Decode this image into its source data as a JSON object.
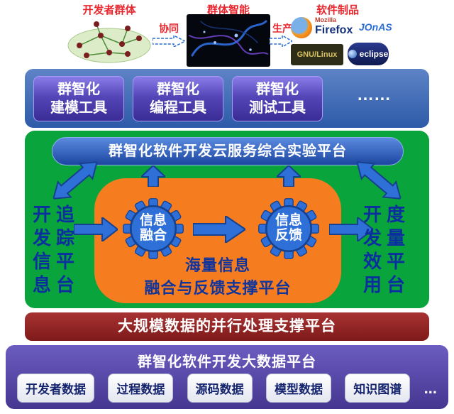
{
  "header": {
    "groups": [
      {
        "label": "开发者群体"
      },
      {
        "label": "群体智能"
      },
      {
        "label": "软件制品"
      }
    ],
    "flow_labels": {
      "collaborate": "协同",
      "produce": "生产"
    },
    "logos": {
      "mozilla": "Mozilla",
      "firefox": "Firefox",
      "jonas": "JOnAS",
      "gnulinux": "GNU/Linux",
      "eclipse": "eclipse"
    }
  },
  "tools": {
    "items": [
      {
        "line1": "群智化",
        "line2": "建模工具"
      },
      {
        "line1": "群智化",
        "line2": "编程工具"
      },
      {
        "line1": "群智化",
        "line2": "测试工具"
      }
    ],
    "more": "……"
  },
  "platform": {
    "banner": "群智化软件开发云服务综合实验平台",
    "left_platform": {
      "col1": "开发信息",
      "col2": "追踪平台"
    },
    "right_platform": {
      "col1": "开发效用",
      "col2": "度量平台"
    },
    "fusion_gear": "信息融合",
    "feedback_gear": "信息反馈",
    "caption_line1": "海量信息",
    "caption_line2": "融合与反馈支撑平台"
  },
  "parallel_band": {
    "title": "大规模数据的并行处理支撑平台"
  },
  "bigdata_band": {
    "title": "群智化软件开发大数据平台",
    "boxes": [
      "开发者数据",
      "过程数据",
      "源码数据",
      "模型数据",
      "知识图谱"
    ],
    "more": "..."
  },
  "colors": {
    "red_label": "#e8262d",
    "band_blue": "#3c68b4",
    "tool_purple": "#4a3aa8",
    "green": "#0aa43c",
    "orange": "#f57d20",
    "banner_blue": "#1c46a0",
    "arrow_blue": "#2f6fd8",
    "deep_text_blue": "#0b2f9e",
    "red_band": "#8e2020",
    "purple_band": "#55449e"
  }
}
